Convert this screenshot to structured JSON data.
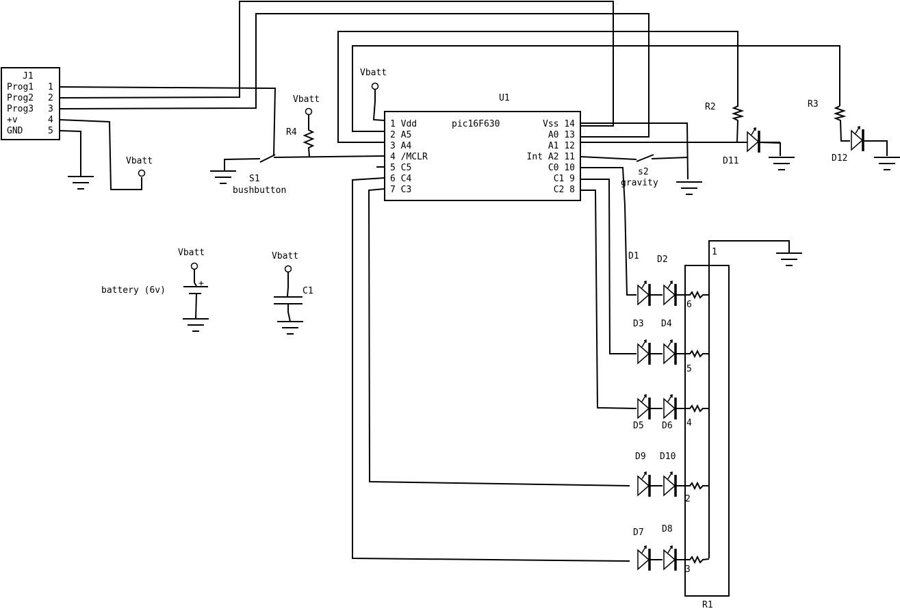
{
  "connector": {
    "ref": "J1",
    "pins": [
      {
        "label": "Prog1",
        "num": "1"
      },
      {
        "label": "Prog2",
        "num": "2"
      },
      {
        "label": "Prog3",
        "num": "3"
      },
      {
        "label": "+v",
        "num": "4"
      },
      {
        "label": "GND",
        "num": "5"
      }
    ]
  },
  "chip": {
    "ref": "U1",
    "part": "pic16F630",
    "left_pins": [
      "1 Vdd",
      "2 A5",
      "3 A4",
      "4 /MCLR",
      "5 C5",
      "6 C4",
      "7 C3"
    ],
    "right_pins": [
      "Vss 14",
      "A0 13",
      "A1 12",
      "Int A2 11",
      "C0 10",
      "C1 9",
      "C2 8"
    ]
  },
  "vbatt_label": "Vbatt",
  "resistors": {
    "r2": "R2",
    "r3": "R3",
    "r4": "R4"
  },
  "switches": {
    "s1_ref": "S1",
    "s1_name": "bushbutton",
    "s2_ref": "s2",
    "s2_name": "gravity"
  },
  "battery_label": "battery (6v)",
  "battery_plus": "+",
  "capacitor": "C1",
  "network": {
    "ref": "R1",
    "pin1": "1",
    "pin6": "6",
    "pin5": "5",
    "pin4": "4",
    "pin2": "2",
    "pin3": "3"
  },
  "leds": {
    "d1": "D1",
    "d2": "D2",
    "d3": "D3",
    "d4": "D4",
    "d5": "D5",
    "d6": "D6",
    "d7": "D7",
    "d8": "D8",
    "d9": "D9",
    "d10": "D10",
    "d11": "D11",
    "d12": "D12"
  }
}
